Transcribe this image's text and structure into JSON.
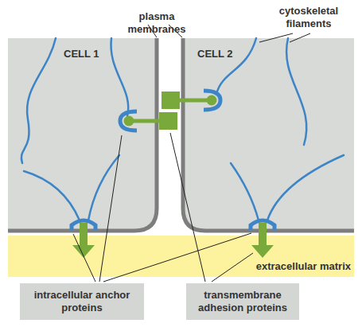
{
  "diagram": {
    "nodes": [
      {
        "text": [
          "CELL 1"
        ]
      },
      {
        "text": [
          "CELL 2"
        ]
      },
      {
        "text": [
          "extracellular matrix"
        ]
      },
      {
        "text": [
          "intracellular anchor proteins"
        ]
      },
      {
        "text": [
          "transmembrane adhesion proteins"
        ]
      }
    ],
    "labels": [
      "plasma membranes",
      "cytoskeletal filaments"
    ]
  }
}
